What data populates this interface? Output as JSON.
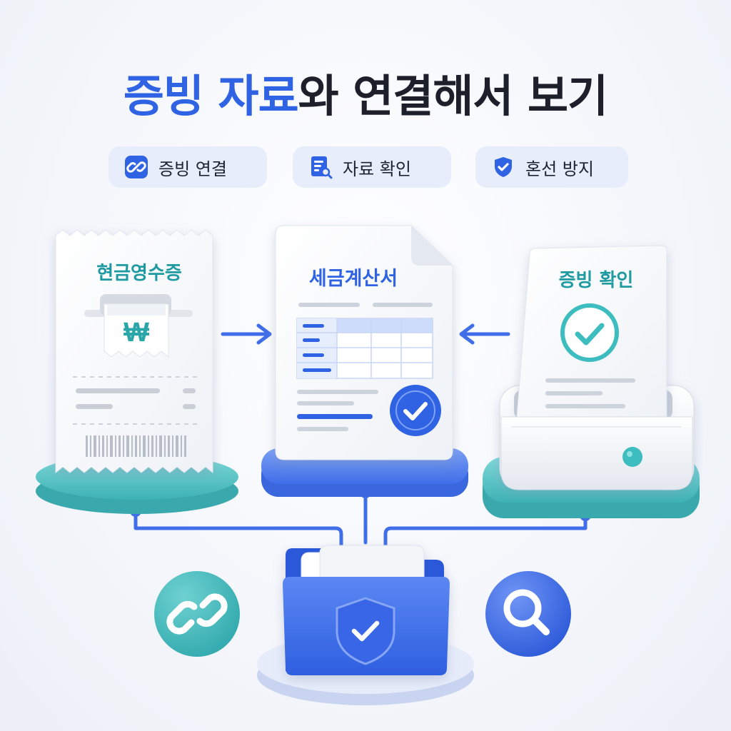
{
  "title": {
    "highlight": "증빙 자료",
    "rest": "와 연결해서 보기"
  },
  "chips": [
    {
      "label": "증빙 연결",
      "icon": "link-icon"
    },
    {
      "label": "자료 확인",
      "icon": "document-search-icon"
    },
    {
      "label": "혼선 방지",
      "icon": "shield-check-icon"
    }
  ],
  "cards": {
    "receipt": {
      "title": "현금영수증",
      "symbol": "₩"
    },
    "tax_invoice": {
      "title": "세금계산서"
    },
    "verify": {
      "title": "증빙 확인"
    }
  },
  "colors": {
    "primary_blue": "#2f63e3",
    "teal": "#3dbdbf",
    "chip_bg": "#e7edfb",
    "title_dark": "#1d1f2b"
  },
  "icons": [
    "link-icon",
    "search-icon",
    "folder-icon",
    "shield-check-icon",
    "check-badge-icon",
    "printer-icon",
    "arrow-right-icon",
    "arrow-left-icon"
  ]
}
